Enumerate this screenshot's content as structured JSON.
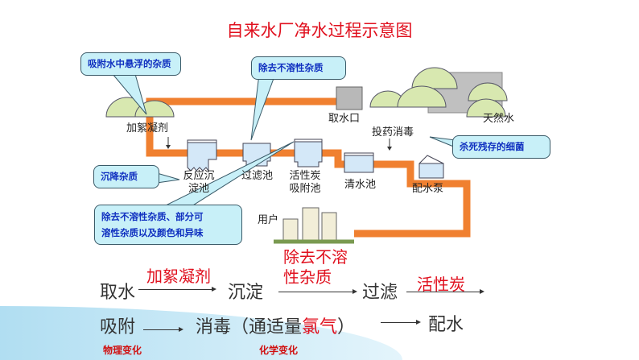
{
  "title": "自来水厂净水过程示意图",
  "diagram": {
    "labels": {
      "intake": "取水口",
      "natural_water": "天然水",
      "coagulant": "加絮凝剂",
      "sedimentation": "反应沉淀池",
      "filter": "过滤池",
      "carbon": "活性炭吸附池",
      "clear_water": "清水池",
      "dosing": "投药消毒",
      "pump": "配水泵",
      "users": "用户"
    },
    "callouts": {
      "adsorb": "吸附水中悬浮的杂质",
      "remove_insoluble": "除去不溶性杂质",
      "settle": "沉降杂质",
      "kill_bacteria": "杀死残存的细菌",
      "carbon_note_1": "除去不溶性杂质、部分可",
      "carbon_note_2": "溶性杂质以及颜色和异味"
    }
  },
  "flow": {
    "row1": {
      "s1": "取水",
      "a1": "加絮凝剂",
      "s2": "沉淀",
      "a2_1": "除去不溶",
      "a2_2": "性杂质",
      "s3": "过滤",
      "a3": "活性炭"
    },
    "row2": {
      "s1": "吸附",
      "s2": "消毒（通适量",
      "s2_red": "氯气",
      "s2_end": "）",
      "s3": "配水"
    },
    "notes": {
      "physical": "物理变化",
      "chemical": "化学变化"
    }
  },
  "colors": {
    "pipe": "#f08030",
    "accent": "#e0101e",
    "callout_bg": "#c8f0f8",
    "callout_text": "#1030c0"
  }
}
